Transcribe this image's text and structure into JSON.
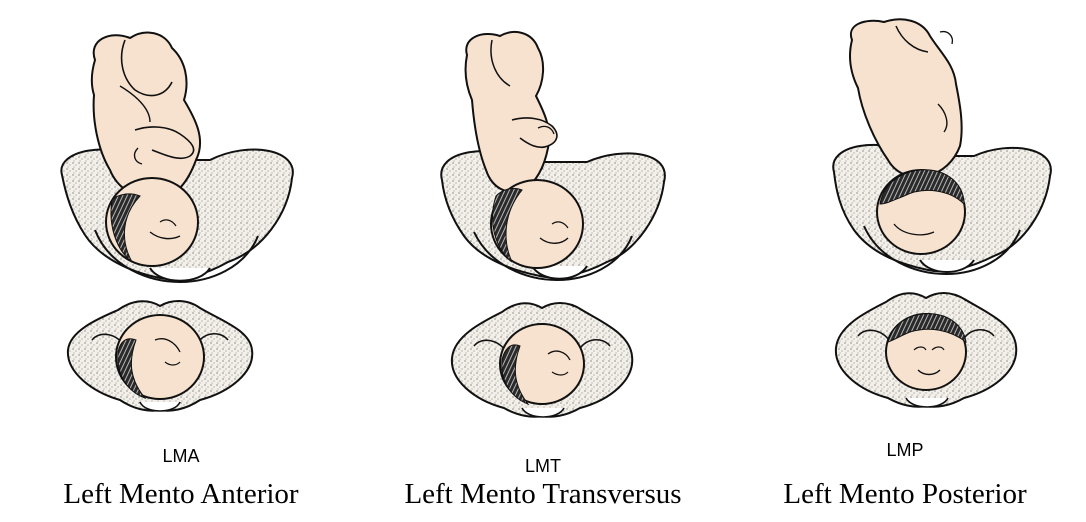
{
  "panels": [
    {
      "abbreviation": "LMA",
      "caption": "Left Mento Anterior"
    },
    {
      "abbreviation": "LMT",
      "caption": "Left Mento Transversus"
    },
    {
      "abbreviation": "LMP",
      "caption": "Left Mento Posterior"
    }
  ],
  "colors": {
    "skin": "#f7e2cf",
    "pelvis_fill": "#efeae3",
    "outline": "#111111",
    "hair": "#1a1a1a"
  }
}
